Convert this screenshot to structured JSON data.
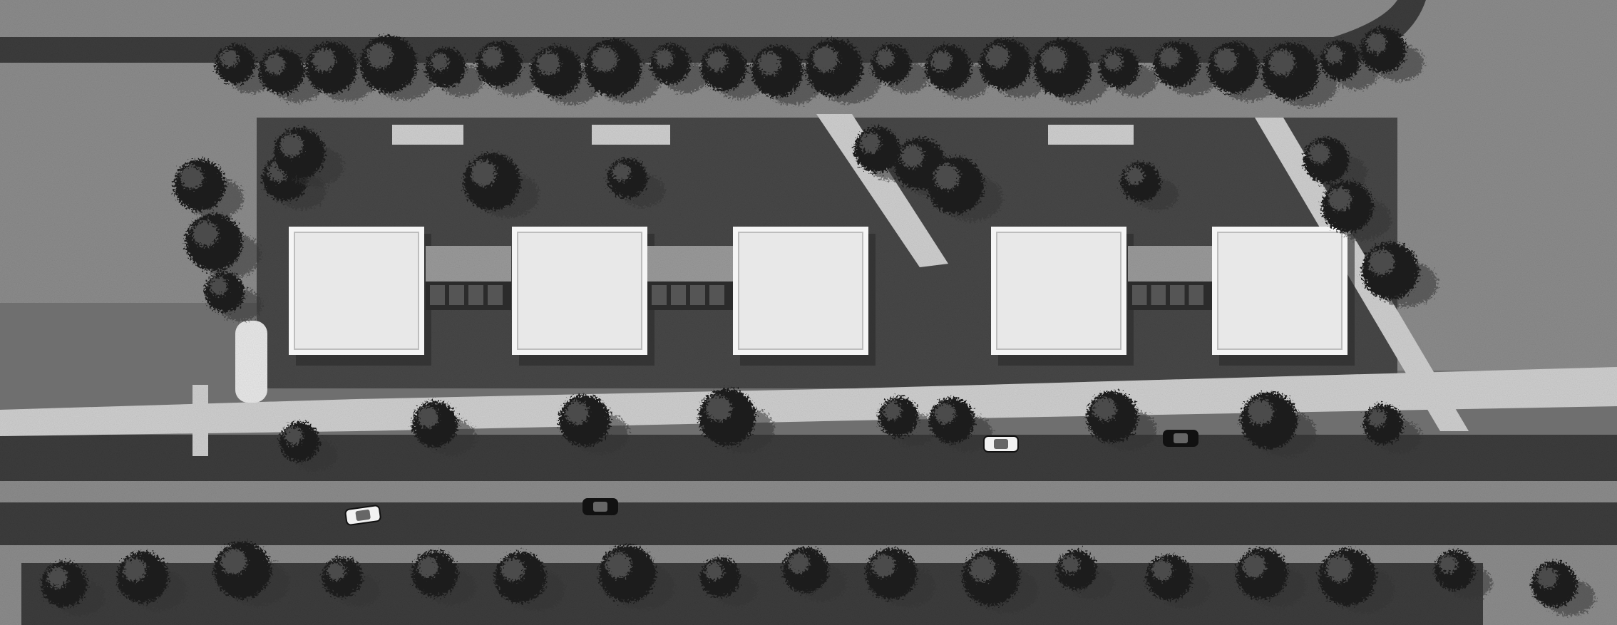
{
  "image": {
    "kind": "black-and-white aerial site plan",
    "colors": {
      "lawn": "#8c8c8c",
      "road": "#3c3c3c",
      "shadow": "#474747",
      "path": "#cfcfcf",
      "roof": "#e8e8e8",
      "tree": "#1e1e1e",
      "tree_highlight": "#7a7a7a"
    }
  },
  "features": {
    "buildings": [
      {
        "id": "block-1"
      },
      {
        "id": "block-2"
      },
      {
        "id": "block-3"
      },
      {
        "id": "block-4"
      },
      {
        "id": "block-5"
      }
    ],
    "connectors": [
      {
        "id": "link-1-2"
      },
      {
        "id": "link-2-3"
      },
      {
        "id": "link-4-5"
      }
    ],
    "cars": [
      {
        "id": "car-1",
        "color": "#f2f2f2"
      },
      {
        "id": "car-2",
        "color": "#111111"
      },
      {
        "id": "car-3",
        "color": "#f2f2f2"
      },
      {
        "id": "car-4",
        "color": "#111111"
      }
    ]
  }
}
